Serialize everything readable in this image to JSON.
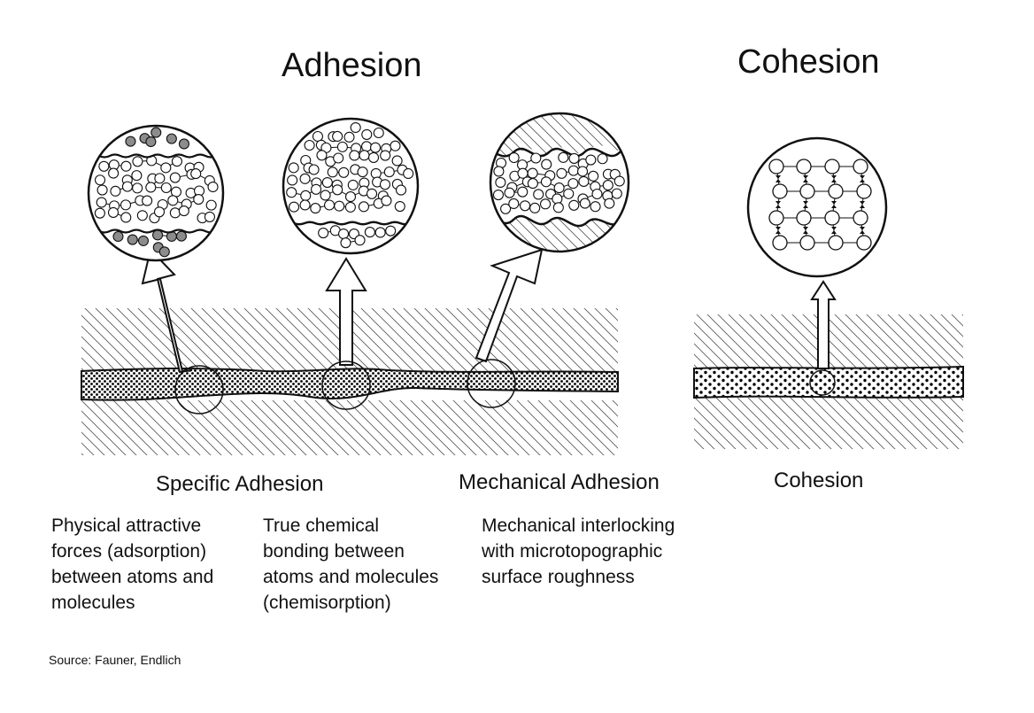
{
  "headings": {
    "adhesion": "Adhesion",
    "cohesion": "Cohesion"
  },
  "labels": {
    "specific": "Specific Adhesion",
    "mechanical": "Mechanical Adhesion",
    "cohesion": "Cohesion"
  },
  "descriptions": {
    "physical": "Physical attractive\nforces (adsorption)\nbetween atoms and\nmolecules",
    "chemical": "True chemical\nbonding between\natoms and molecules\n(chemisorption)",
    "mechanical": "Mechanical interlocking\nwith microtopographic\nsurface roughness"
  },
  "source": "Source: Fauner, Endlich",
  "colors": {
    "ink": "#111111",
    "hatch": "#555555",
    "atom_fill": "#ffffff",
    "adsorbed_atom_fill": "#8c8c8c",
    "background": "#ffffff"
  }
}
